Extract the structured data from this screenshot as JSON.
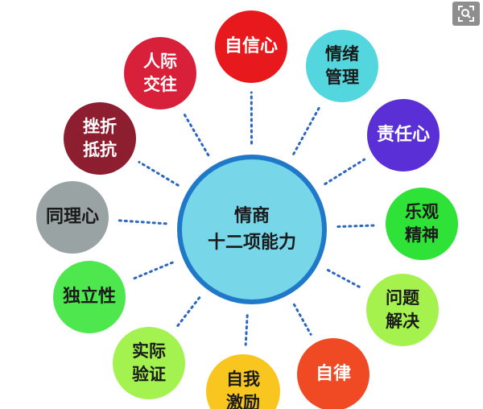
{
  "center": {
    "lines": [
      "情商",
      "十二项能力"
    ],
    "fill": "#78d6e9",
    "stroke": "#1f78c8"
  },
  "skills": [
    {
      "id": "confidence",
      "lines": [
        "自信心"
      ],
      "fill": "#e8191d",
      "text_color": "#ffffff"
    },
    {
      "id": "emotion-management",
      "lines": [
        "情绪",
        "管理"
      ],
      "fill": "#53d6dd",
      "text_color": "#1a1a1a"
    },
    {
      "id": "responsibility",
      "lines": [
        "责任心"
      ],
      "fill": "#5a2fd6",
      "text_color": "#ffffff"
    },
    {
      "id": "optimism",
      "lines": [
        "乐观",
        "精神"
      ],
      "fill": "#2ee237",
      "text_color": "#1a1a1a"
    },
    {
      "id": "problem-solving",
      "lines": [
        "问题",
        "解决"
      ],
      "fill": "#a5f24e",
      "text_color": "#1a1a1a"
    },
    {
      "id": "self-discipline",
      "lines": [
        "自律"
      ],
      "fill": "#f04a25",
      "text_color": "#ffffff"
    },
    {
      "id": "self-motivation",
      "lines": [
        "自我",
        "激励"
      ],
      "fill": "#f8c61e",
      "text_color": "#1a1a1a"
    },
    {
      "id": "practical-verification",
      "lines": [
        "实际",
        "验证"
      ],
      "fill": "#a4f24f",
      "text_color": "#1a1a1a"
    },
    {
      "id": "independence",
      "lines": [
        "独立性"
      ],
      "fill": "#4ee84e",
      "text_color": "#1a1a1a"
    },
    {
      "id": "empathy",
      "lines": [
        "同理心"
      ],
      "fill": "#9aa3a3",
      "text_color": "#1a1a1a"
    },
    {
      "id": "frustration-resistance",
      "lines": [
        "挫折",
        "抵抗"
      ],
      "fill": "#8c1e30",
      "text_color": "#ffffff"
    },
    {
      "id": "social-interaction",
      "lines": [
        "人际",
        "交往"
      ],
      "fill": "#d8203a",
      "text_color": "#ffffff"
    }
  ],
  "connector_color": "#2b66c0",
  "toolbar": {
    "zoom_icon": "zoom-icon"
  }
}
